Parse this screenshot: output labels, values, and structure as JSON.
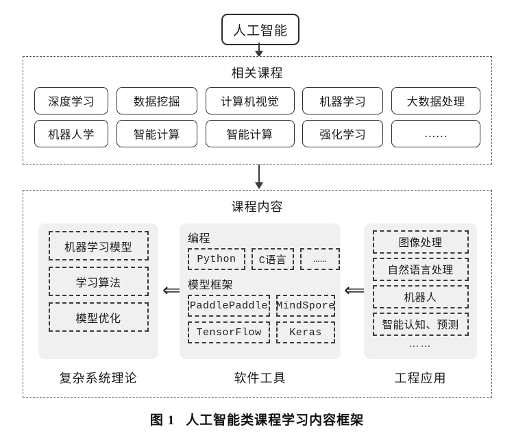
{
  "root": {
    "label": "人工智能"
  },
  "courses_group": {
    "title": "相关课程",
    "rows": [
      [
        {
          "label": "深度学习",
          "size": "w1"
        },
        {
          "label": "数据挖掘",
          "size": "w2"
        },
        {
          "label": "计算机视觉",
          "size": "w3"
        },
        {
          "label": "机器学习",
          "size": "w2"
        },
        {
          "label": "大数据处理",
          "size": "w3"
        }
      ],
      [
        {
          "label": "机器人学",
          "size": "w1"
        },
        {
          "label": "智能计算",
          "size": "w2"
        },
        {
          "label": "智能计算",
          "size": "w3"
        },
        {
          "label": "强化学习",
          "size": "w2"
        },
        {
          "label": "……",
          "size": "w3"
        }
      ]
    ]
  },
  "content_group": {
    "title": "课程内容",
    "panel_left": {
      "caption": "复杂系统理论",
      "items": [
        "机器学习模型",
        "学习算法",
        "模型优化"
      ]
    },
    "panel_middle": {
      "caption": "软件工具",
      "sections": [
        {
          "label": "编程",
          "rows": [
            [
              {
                "label": "Python",
                "size": "prog1"
              },
              {
                "label": "C语言",
                "size": "prog2"
              },
              {
                "label": "……",
                "size": "prog3"
              }
            ]
          ]
        },
        {
          "label": "模型框架",
          "rows": [
            [
              {
                "label": "PaddlePaddle",
                "size": "fw1"
              },
              {
                "label": "MindSpore",
                "size": "fw2"
              }
            ],
            [
              {
                "label": "TensorFlow",
                "size": "fw1"
              },
              {
                "label": "Keras",
                "size": "fw2"
              }
            ]
          ]
        }
      ]
    },
    "panel_right": {
      "caption": "工程应用",
      "items": [
        "图像处理",
        "自然语言处理",
        "机器人",
        "智能认知、预测"
      ],
      "ellipsis": "……"
    },
    "bidir_arrow": "⟺"
  },
  "figure_caption": {
    "number": "图 1",
    "text": "人工智能类课程学习内容框架"
  },
  "colors": {
    "panel_bg": "#f0f0f0",
    "border": "#2b2b2b",
    "dashed": "#555555",
    "page_bg": "#ffffff"
  }
}
